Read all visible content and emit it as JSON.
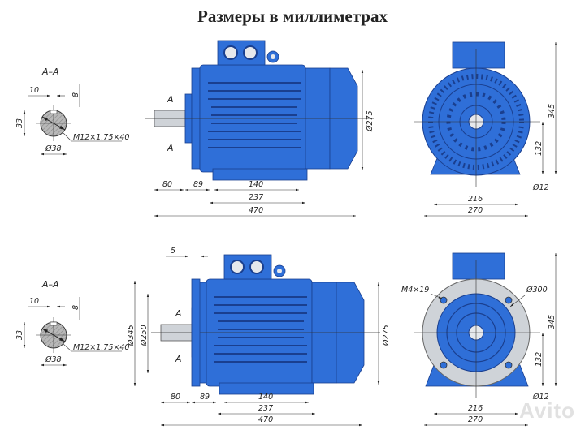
{
  "title": "Размеры в миллиметрах",
  "colors": {
    "motor_blue": "#2f6fd8",
    "motor_dark": "#1a3f8f",
    "flange_gray": "#cfd3d8",
    "line": "#333333"
  },
  "top_row": {
    "section": {
      "label": "A–A",
      "key_width": "10",
      "key_depth": "8",
      "height": "33",
      "diameter": "Ø38",
      "thread": "M12×1,75×40"
    },
    "side_view": {
      "section_mark": "A",
      "dim_shaft": "80",
      "dim_to_foot": "89",
      "dim_foot_holes": "140",
      "dim_foot_length": "237",
      "dim_total": "470",
      "dim_diameter": "Ø275"
    },
    "front_view": {
      "dim_height": "345",
      "dim_axis": "132",
      "dim_hole": "Ø12",
      "dim_holes_span": "216",
      "dim_width": "270"
    }
  },
  "bottom_row": {
    "section": {
      "label": "A–A",
      "key_width": "10",
      "key_depth": "8",
      "height": "33",
      "diameter": "Ø38",
      "thread": "M12×1,75×40"
    },
    "side_view": {
      "section_mark": "A",
      "dim_flange_thickness": "5",
      "dim_flange_d": "Ø345",
      "dim_spigot_d": "Ø250",
      "dim_shaft": "80",
      "dim_to_foot": "89",
      "dim_foot_holes": "140",
      "dim_foot_length": "237",
      "dim_total": "470",
      "dim_diameter": "Ø275"
    },
    "front_view": {
      "dim_bolt": "M4×19",
      "dim_pcd": "Ø300",
      "dim_height": "345",
      "dim_axis": "132",
      "dim_hole": "Ø12",
      "dim_holes_span": "216",
      "dim_width": "270"
    }
  },
  "watermark": "Avito"
}
